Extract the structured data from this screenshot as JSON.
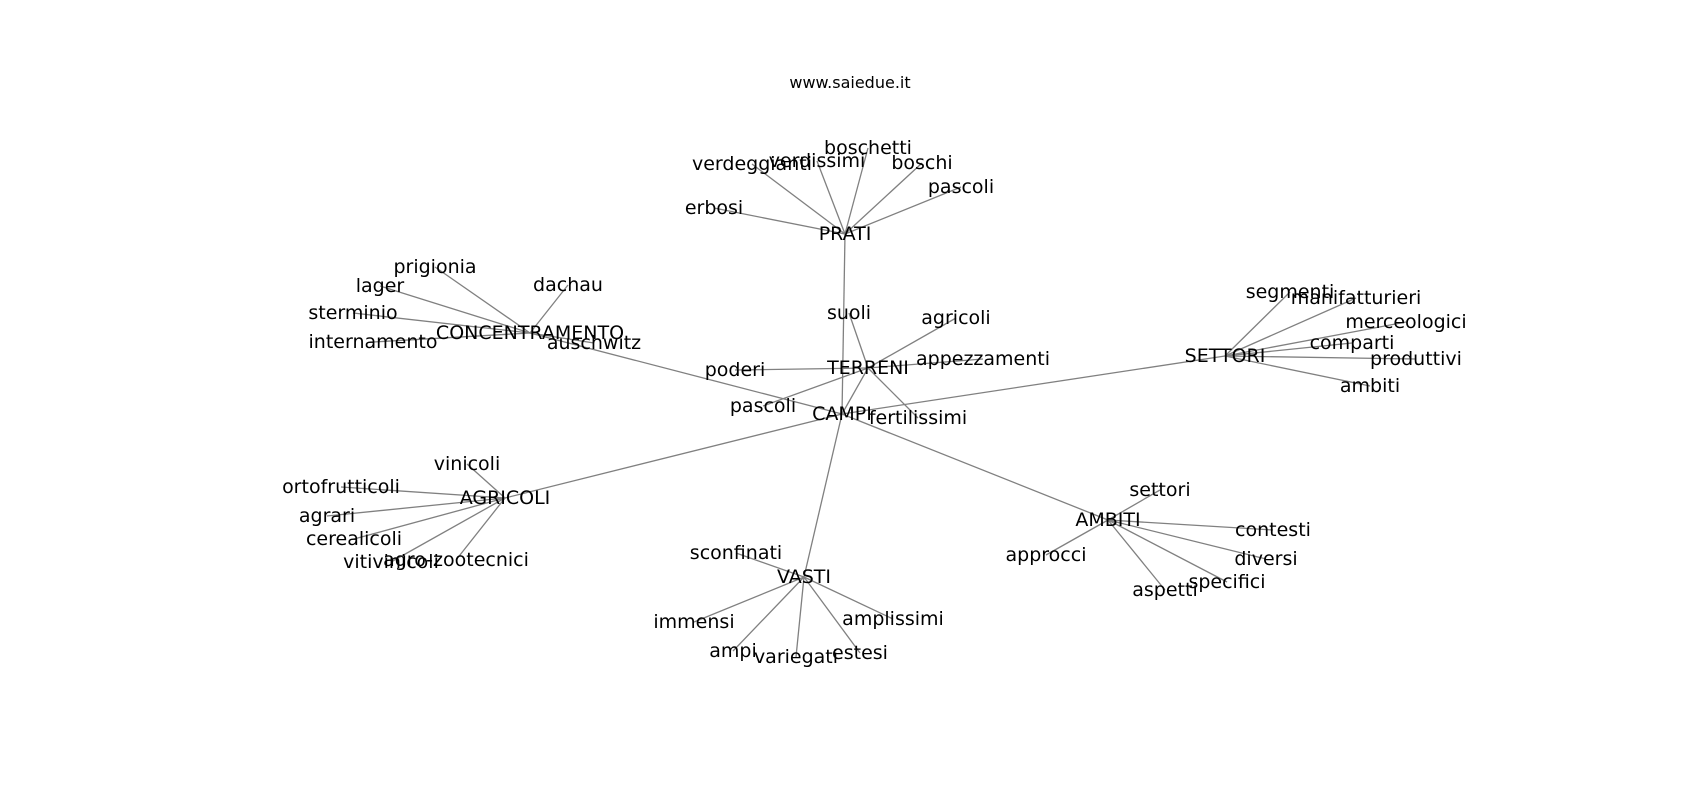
{
  "title": "www.saiedue.it",
  "colors": {
    "background": "#ffffff",
    "edge": "#808080",
    "text": "#000000"
  },
  "nodes": [
    {
      "id": "campi",
      "label": "CAMPI"
    },
    {
      "id": "terreni",
      "label": "TERRENI"
    },
    {
      "id": "prati",
      "label": "PRATI"
    },
    {
      "id": "concentramento",
      "label": "CONCENTRAMENTO"
    },
    {
      "id": "settori",
      "label": "SETTORI"
    },
    {
      "id": "agricoli_hub",
      "label": "AGRICOLI"
    },
    {
      "id": "vasti",
      "label": "VASTI"
    },
    {
      "id": "ambiti_hub",
      "label": "AMBITI"
    },
    {
      "id": "suoli",
      "label": "suoli"
    },
    {
      "id": "agricoli_leaf",
      "label": "agricoli"
    },
    {
      "id": "appezzamenti",
      "label": "appezzamenti"
    },
    {
      "id": "poderi",
      "label": "poderi"
    },
    {
      "id": "pascoli_terreni",
      "label": "pascoli"
    },
    {
      "id": "fertilissimi",
      "label": "fertilissimi"
    },
    {
      "id": "verdeggianti",
      "label": "verdeggianti"
    },
    {
      "id": "verdissimi",
      "label": "verdissimi"
    },
    {
      "id": "boschetti",
      "label": "boschetti"
    },
    {
      "id": "boschi",
      "label": "boschi"
    },
    {
      "id": "pascoli_prati",
      "label": "pascoli"
    },
    {
      "id": "erbosi",
      "label": "erbosi"
    },
    {
      "id": "prigionia",
      "label": "prigionia"
    },
    {
      "id": "lager",
      "label": "lager"
    },
    {
      "id": "dachau",
      "label": "dachau"
    },
    {
      "id": "sterminio",
      "label": "sterminio"
    },
    {
      "id": "internamento",
      "label": "internamento"
    },
    {
      "id": "auschwitz",
      "label": "auschwitz"
    },
    {
      "id": "segmenti",
      "label": "segmenti"
    },
    {
      "id": "manifatturieri",
      "label": "manifatturieri"
    },
    {
      "id": "merceologici",
      "label": "merceologici"
    },
    {
      "id": "comparti",
      "label": "comparti"
    },
    {
      "id": "produttivi",
      "label": "produttivi"
    },
    {
      "id": "ambiti_leaf",
      "label": "ambiti"
    },
    {
      "id": "vinicoli",
      "label": "vinicoli"
    },
    {
      "id": "ortofrutticoli",
      "label": "ortofrutticoli"
    },
    {
      "id": "agrari",
      "label": "agrari"
    },
    {
      "id": "cerealicoli",
      "label": "cerealicoli"
    },
    {
      "id": "vitivinicoli",
      "label": "vitivinicoli"
    },
    {
      "id": "agrozootecnici",
      "label": "agro-zootecnici"
    },
    {
      "id": "sconfinati",
      "label": "sconfinati"
    },
    {
      "id": "immensi",
      "label": "immensi"
    },
    {
      "id": "ampi",
      "label": "ampi"
    },
    {
      "id": "variegati",
      "label": "variegati"
    },
    {
      "id": "estesi",
      "label": "estesi"
    },
    {
      "id": "amplissimi",
      "label": "amplissimi"
    },
    {
      "id": "settori_leaf",
      "label": "settori"
    },
    {
      "id": "contesti",
      "label": "contesti"
    },
    {
      "id": "approcci",
      "label": "approcci"
    },
    {
      "id": "diversi",
      "label": "diversi"
    },
    {
      "id": "specifici",
      "label": "specifici"
    },
    {
      "id": "aspetti",
      "label": "aspetti"
    }
  ],
  "edges": [
    [
      "campi",
      "terreni"
    ],
    [
      "campi",
      "prati"
    ],
    [
      "campi",
      "concentramento"
    ],
    [
      "campi",
      "settori"
    ],
    [
      "campi",
      "agricoli_hub"
    ],
    [
      "campi",
      "vasti"
    ],
    [
      "campi",
      "ambiti_hub"
    ],
    [
      "terreni",
      "suoli"
    ],
    [
      "terreni",
      "agricoli_leaf"
    ],
    [
      "terreni",
      "appezzamenti"
    ],
    [
      "terreni",
      "poderi"
    ],
    [
      "terreni",
      "pascoli_terreni"
    ],
    [
      "terreni",
      "fertilissimi"
    ],
    [
      "prati",
      "verdeggianti"
    ],
    [
      "prati",
      "verdissimi"
    ],
    [
      "prati",
      "boschetti"
    ],
    [
      "prati",
      "boschi"
    ],
    [
      "prati",
      "pascoli_prati"
    ],
    [
      "prati",
      "erbosi"
    ],
    [
      "concentramento",
      "prigionia"
    ],
    [
      "concentramento",
      "lager"
    ],
    [
      "concentramento",
      "dachau"
    ],
    [
      "concentramento",
      "sterminio"
    ],
    [
      "concentramento",
      "internamento"
    ],
    [
      "concentramento",
      "auschwitz"
    ],
    [
      "settori",
      "segmenti"
    ],
    [
      "settori",
      "manifatturieri"
    ],
    [
      "settori",
      "merceologici"
    ],
    [
      "settori",
      "comparti"
    ],
    [
      "settori",
      "produttivi"
    ],
    [
      "settori",
      "ambiti_leaf"
    ],
    [
      "agricoli_hub",
      "vinicoli"
    ],
    [
      "agricoli_hub",
      "ortofrutticoli"
    ],
    [
      "agricoli_hub",
      "agrari"
    ],
    [
      "agricoli_hub",
      "cerealicoli"
    ],
    [
      "agricoli_hub",
      "vitivinicoli"
    ],
    [
      "agricoli_hub",
      "agrozootecnici"
    ],
    [
      "vasti",
      "sconfinati"
    ],
    [
      "vasti",
      "immensi"
    ],
    [
      "vasti",
      "ampi"
    ],
    [
      "vasti",
      "variegati"
    ],
    [
      "vasti",
      "estesi"
    ],
    [
      "vasti",
      "amplissimi"
    ],
    [
      "ambiti_hub",
      "settori_leaf"
    ],
    [
      "ambiti_hub",
      "contesti"
    ],
    [
      "ambiti_hub",
      "approcci"
    ],
    [
      "ambiti_hub",
      "diversi"
    ],
    [
      "ambiti_hub",
      "specifici"
    ],
    [
      "ambiti_hub",
      "aspetti"
    ]
  ]
}
